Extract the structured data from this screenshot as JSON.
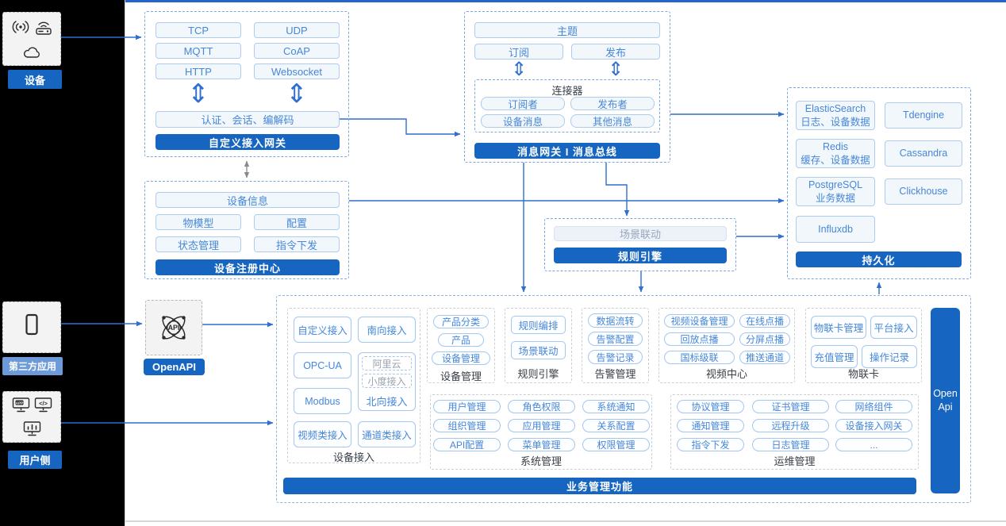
{
  "left_panel": {
    "device_label": "设备",
    "third_party_label": "第三方应用",
    "user_label": "用户侧"
  },
  "custom_gateway": {
    "protocols": [
      "TCP",
      "UDP",
      "MQTT",
      "CoAP",
      "HTTP",
      "Websocket"
    ],
    "auth": "认证、会话、编解码",
    "bar": "自定义接入网关"
  },
  "message_hub": {
    "topic": "主题",
    "subscribe": "订阅",
    "publish": "发布",
    "connector_title": "连接器",
    "connector_items": [
      "订阅者",
      "发布者",
      "设备消息",
      "其他消息"
    ],
    "bar": "消息网关 I 消息总线"
  },
  "persistence": {
    "stores": [
      {
        "name": "ElasticSearch",
        "desc": "日志、设备数据"
      },
      {
        "name": "Tdengine",
        "desc": ""
      },
      {
        "name": "Redis",
        "desc": "缓存、设备数据"
      },
      {
        "name": "Cassandra",
        "desc": ""
      },
      {
        "name": "PostgreSQL",
        "desc": "业务数据"
      },
      {
        "name": "Clickhouse",
        "desc": ""
      },
      {
        "name": "Influxdb",
        "desc": ""
      }
    ],
    "bar": "持久化"
  },
  "device_registry": {
    "info": "设备信息",
    "items": [
      "物模型",
      "配置",
      "状态管理",
      "指令下发"
    ],
    "bar": "设备注册中心"
  },
  "rule_engine_mid": {
    "item": "场景联动",
    "bar": "规则引擎"
  },
  "openapi": {
    "label": "OpenAPI"
  },
  "business": {
    "device_access": {
      "label": "设备接入",
      "col1": [
        "自定义接入",
        "OPC-UA",
        "Modbus",
        "视频类接入"
      ],
      "south": "南向接入",
      "north_dashed": [
        "阿里云",
        "小度接入"
      ],
      "north_label": "北向接入",
      "channel": "通道类接入"
    },
    "device_mgmt": {
      "label": "设备管理",
      "items": [
        "产品分类",
        "产品",
        "设备管理"
      ]
    },
    "rule_engine": {
      "label": "规则引擎",
      "items": [
        "规则编排",
        "场景联动"
      ]
    },
    "alarm": {
      "label": "告警管理",
      "items": [
        "数据流转",
        "告警配置",
        "告警记录"
      ]
    },
    "video": {
      "label": "视频中心",
      "items": [
        "视频设备管理",
        "在线点播",
        "回放点播",
        "分屏点播",
        "国标级联",
        "推送通道"
      ]
    },
    "iot_card": {
      "label": "物联卡",
      "items": [
        "物联卡管理",
        "平台接入",
        "充值管理",
        "操作记录"
      ]
    },
    "system": {
      "label": "系统管理",
      "items": [
        "用户管理",
        "角色权限",
        "系统通知",
        "组织管理",
        "应用管理",
        "关系配置",
        "API配置",
        "菜单管理",
        "权限管理"
      ]
    },
    "ops": {
      "label": "运维管理",
      "items": [
        "协议管理",
        "证书管理",
        "网络组件",
        "通知管理",
        "远程升级",
        "设备接入网关",
        "指令下发",
        "日志管理",
        "..."
      ]
    },
    "bar": "业务管理功能",
    "open_api_bar": "Open Api"
  },
  "symbols": {
    "double_arrow": "⇕"
  },
  "colors": {
    "accent": "#1665C0",
    "line": "#2F6FD0",
    "light_btn_text": "#4687D8",
    "third_party_bg": "#6D9AD8"
  }
}
